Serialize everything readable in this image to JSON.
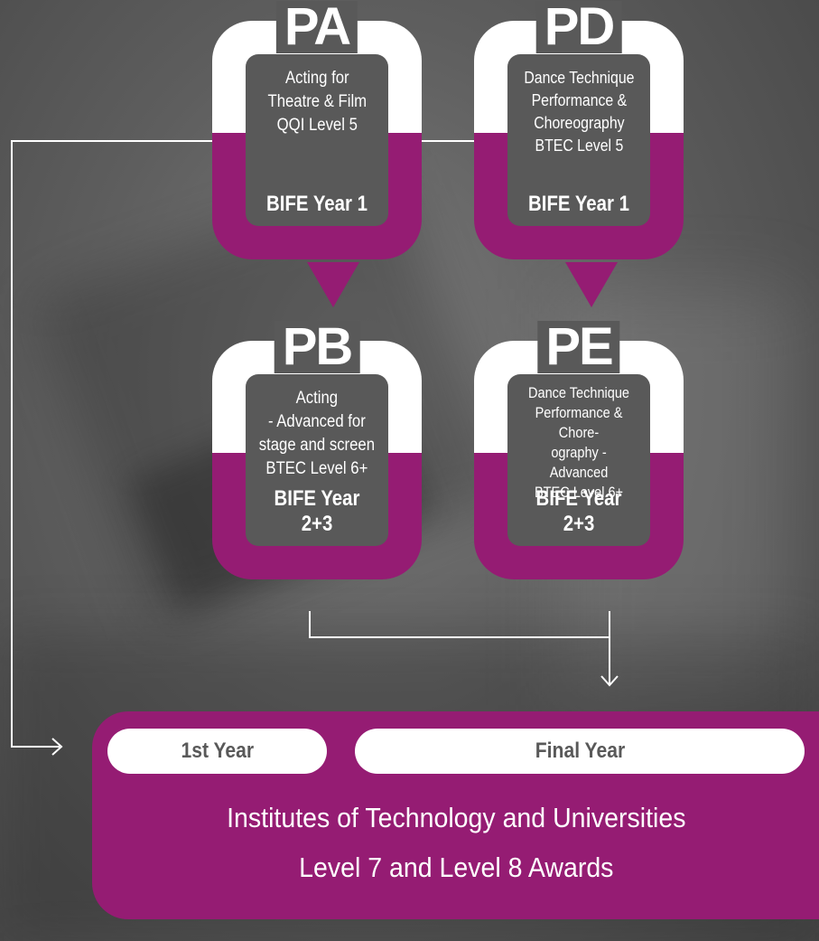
{
  "colors": {
    "magenta": "#951c73",
    "dark_panel": "#595959",
    "white": "#ffffff"
  },
  "cards": {
    "pa": {
      "label": "PA",
      "description": "Acting for\nTheatre & Film\nQQI Level 5",
      "year": "BIFE Year 1"
    },
    "pd": {
      "label": "PD",
      "description": "Dance Technique\nPerformance &\nChoreography\nBTEC Level 5",
      "year": "BIFE Year 1"
    },
    "pb": {
      "label": "PB",
      "description": "Acting\n- Advanced for\nstage and screen\nBTEC Level 6+",
      "year": "BIFE Year 2+3"
    },
    "pe": {
      "label": "PE",
      "description": "Dance Technique\nPerformance & Chore-\nography -\nAdvanced\nBTEC Level 6+",
      "year": "BIFE Year 2+3"
    }
  },
  "outcome": {
    "first_year_label": "1st Year",
    "final_year_label": "Final Year",
    "line1": "Institutes of Technology and Universities",
    "line2": "Level 7 and Level 8 Awards"
  },
  "icons": [
    "arrow-right-icon",
    "arrow-down-icon"
  ]
}
